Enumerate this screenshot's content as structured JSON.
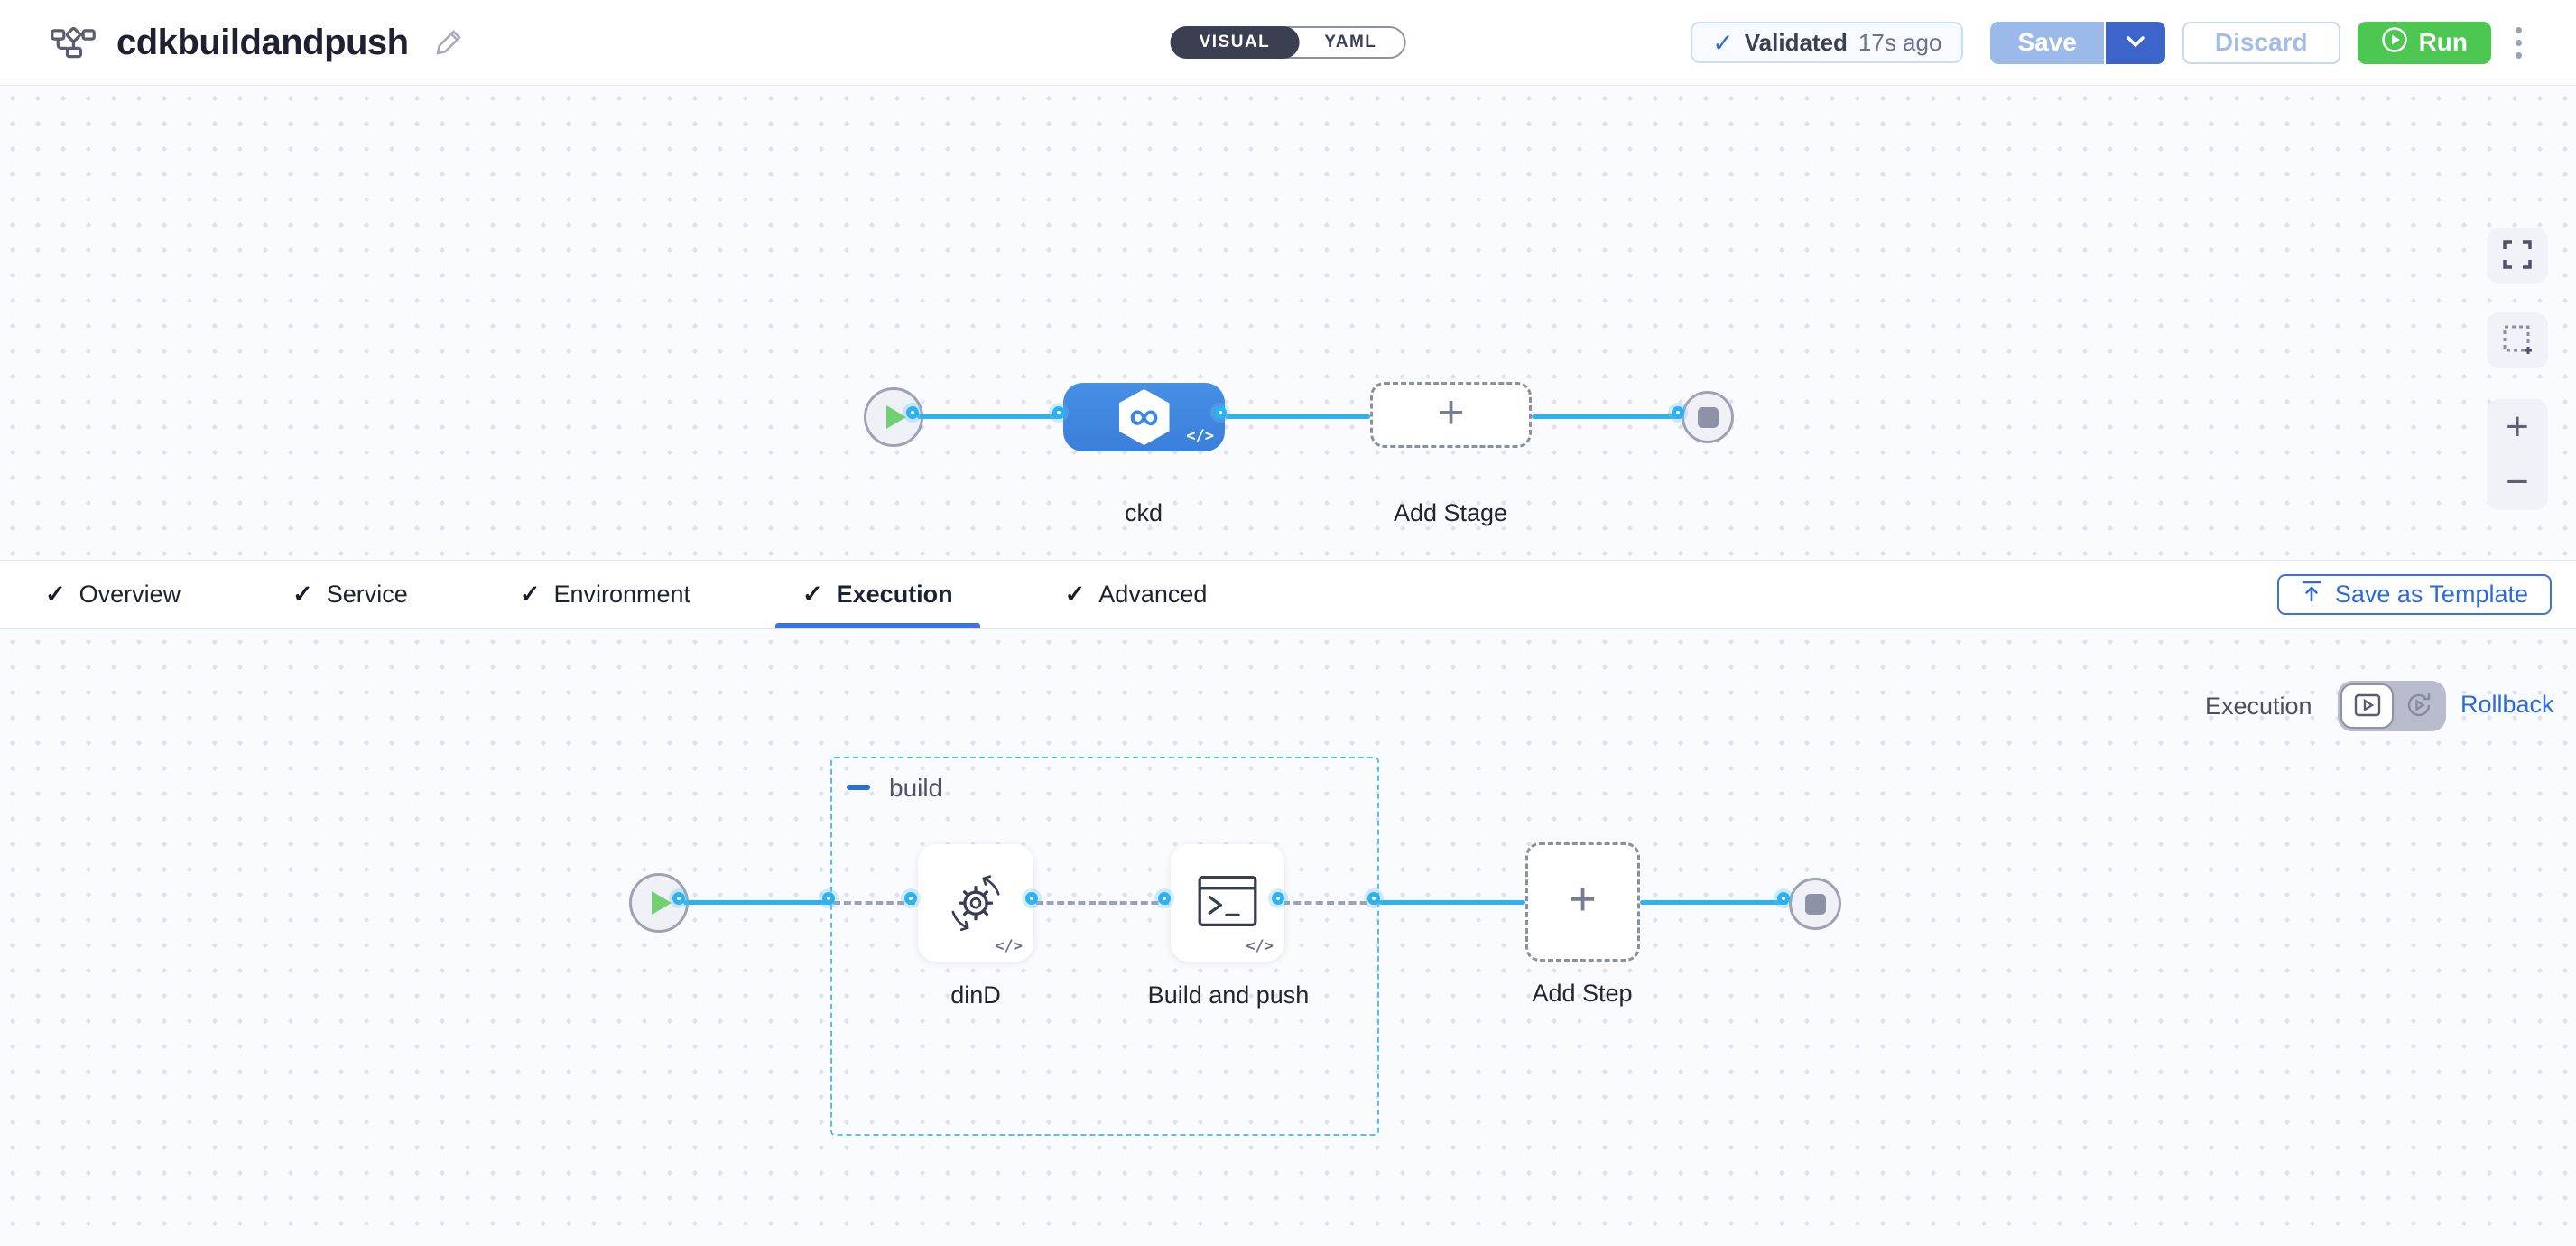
{
  "header": {
    "title": "cdkbuildandpush",
    "mode_toggle": {
      "visual": "VISUAL",
      "yaml": "YAML"
    },
    "validation": {
      "status": "Validated",
      "time": "17s ago"
    },
    "actions": {
      "save": "Save",
      "discard": "Discard",
      "run": "Run"
    }
  },
  "pipeline": {
    "stage_name": "ckd",
    "add_stage_label": "Add Stage"
  },
  "tabs": {
    "items": [
      {
        "label": "Overview",
        "checked": true,
        "active": false
      },
      {
        "label": "Service",
        "checked": true,
        "active": false
      },
      {
        "label": "Environment",
        "checked": true,
        "active": false
      },
      {
        "label": "Execution",
        "checked": true,
        "active": true
      },
      {
        "label": "Advanced",
        "checked": true,
        "active": false
      }
    ],
    "save_as_template": "Save as Template"
  },
  "execution": {
    "phase_label": "Execution",
    "rollback_label": "Rollback",
    "group_name": "build",
    "steps": [
      {
        "name": "dinD"
      },
      {
        "name": "Build and push"
      }
    ],
    "add_step_label": "Add Step"
  },
  "icons": {
    "check": "✓",
    "plus": "+",
    "zoom_in": "+",
    "zoom_out": "−",
    "infinity": "∞",
    "code": "</>"
  },
  "colors": {
    "stage_blue": "#3d87e2",
    "connector_blue": "#2bb2ef",
    "group_border_blue": "#55bfee",
    "link_blue": "#2b6cd9",
    "run_green": "#4cc852",
    "dark_pill": "#3c3f51",
    "save_disabled_blue": "#9bbae9",
    "save_caret_blue": "#3d64cb",
    "canvas_bg": "#fafbfe"
  }
}
